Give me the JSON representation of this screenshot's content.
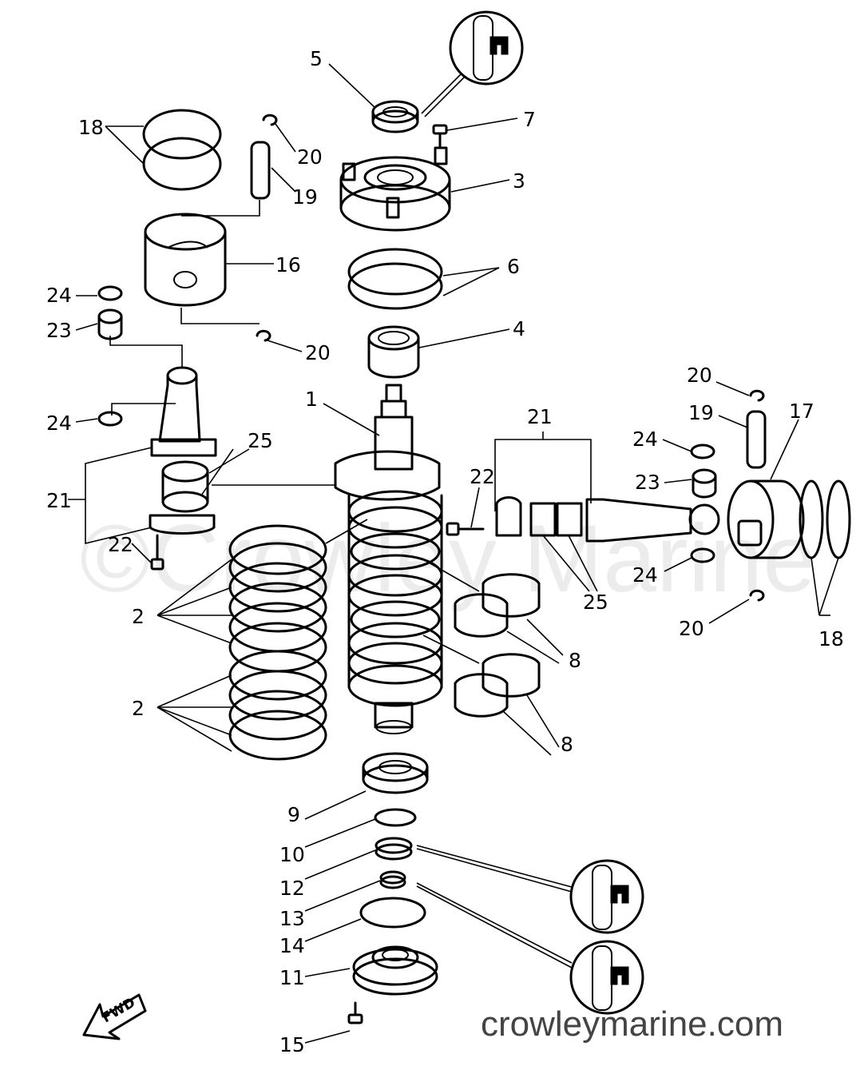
{
  "labels": {
    "l1": "1",
    "l2a": "2",
    "l2b": "2",
    "l3": "3",
    "l4": "4",
    "l5": "5",
    "l6": "6",
    "l7": "7",
    "l8a": "8",
    "l8b": "8",
    "l9": "9",
    "l10": "10",
    "l11": "11",
    "l12": "12",
    "l13": "13",
    "l14": "14",
    "l15": "15",
    "l16": "16",
    "l17": "17",
    "l18a": "18",
    "l18b": "18",
    "l19a": "19",
    "l19b": "19",
    "l20a": "20",
    "l20b": "20",
    "l20c": "20",
    "l20d": "20",
    "l21a": "21",
    "l21b": "21",
    "l22a": "22",
    "l22b": "22",
    "l23a": "23",
    "l23b": "23",
    "l24a": "24",
    "l24b": "24",
    "l24c": "24",
    "l24d": "24",
    "l25a": "25",
    "l25b": "25"
  },
  "fwd_label": "FWD",
  "watermark_center": "©Crowley Marine",
  "watermark_url": "crowleymarine.com",
  "colors": {
    "ink": "#000000",
    "background": "#ffffff"
  }
}
